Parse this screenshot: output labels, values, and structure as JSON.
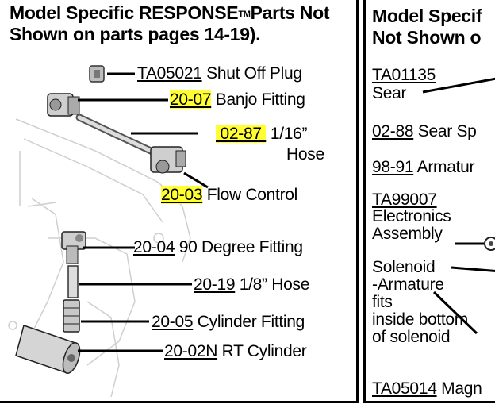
{
  "left": {
    "title_line1": "Model Specific RESPONSE",
    "title_tm": "TM",
    "title_line1_rest": "Parts Not",
    "title_line2": "Shown on parts pages 14-19).",
    "parts": [
      {
        "part": "TA05021",
        "name": "Shut Off Plug"
      },
      {
        "part": "20-07",
        "name": "Banjo Fitting"
      },
      {
        "part": " 02-87 ",
        "name": "1/16”",
        "name2": "Hose"
      },
      {
        "part": "20-03",
        "name": "Flow Control"
      },
      {
        "part": "20-04",
        "name": "90 Degree Fitting"
      },
      {
        "part": "20-19",
        "name": "1/8” Hose"
      },
      {
        "part": "20-05",
        "name": "Cylinder Fitting"
      },
      {
        "part": "20-02N",
        "name": "RT Cylinder"
      }
    ]
  },
  "right": {
    "title_line1": "Model Specif",
    "title_line2": "Not Shown o",
    "items": [
      {
        "part": "TA01135",
        "name": "Sear"
      },
      {
        "part": "02-88",
        "name": "Sear Sp"
      },
      {
        "part": "98-91",
        "name": "Armatur"
      },
      {
        "part": "TA99007",
        "name_lines": [
          "Electronics",
          "Assembly"
        ]
      },
      {
        "name_lines": [
          "Solenoid",
          "-Armature",
          "fits",
          "inside bottom",
          "of solenoid"
        ]
      },
      {
        "part": "TA05014",
        "name": "Magn"
      }
    ]
  },
  "colors": {
    "highlight": "#ffff33",
    "ink": "#000000"
  }
}
